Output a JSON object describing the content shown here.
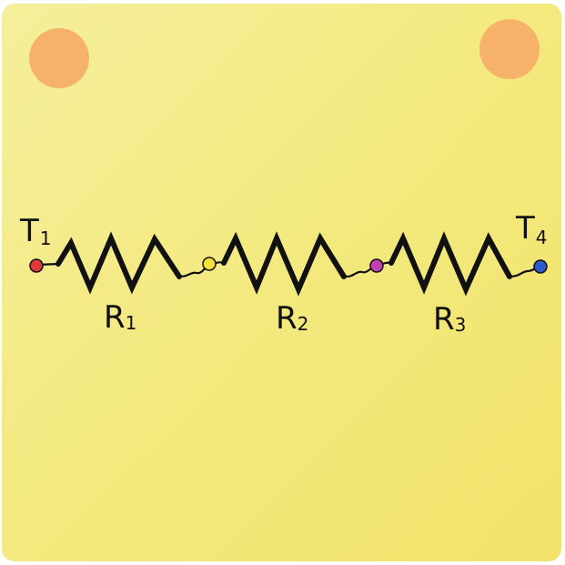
{
  "terminals": [
    {
      "id": "T1",
      "letter": "T",
      "sub": "1",
      "color": "#e03a3a"
    },
    {
      "id": "T2",
      "color": "#f4e23c"
    },
    {
      "id": "T3",
      "color": "#c43fb0"
    },
    {
      "id": "T4",
      "letter": "T",
      "sub": "4",
      "color": "#2f58c8"
    }
  ],
  "resistors": [
    {
      "id": "R1",
      "letter": "R",
      "sub": "1"
    },
    {
      "id": "R2",
      "letter": "R",
      "sub": "2"
    },
    {
      "id": "R3",
      "letter": "R",
      "sub": "3"
    }
  ],
  "colors": {
    "background": "#f3e97e",
    "pins": "#f6b269",
    "wire": "#111111"
  }
}
